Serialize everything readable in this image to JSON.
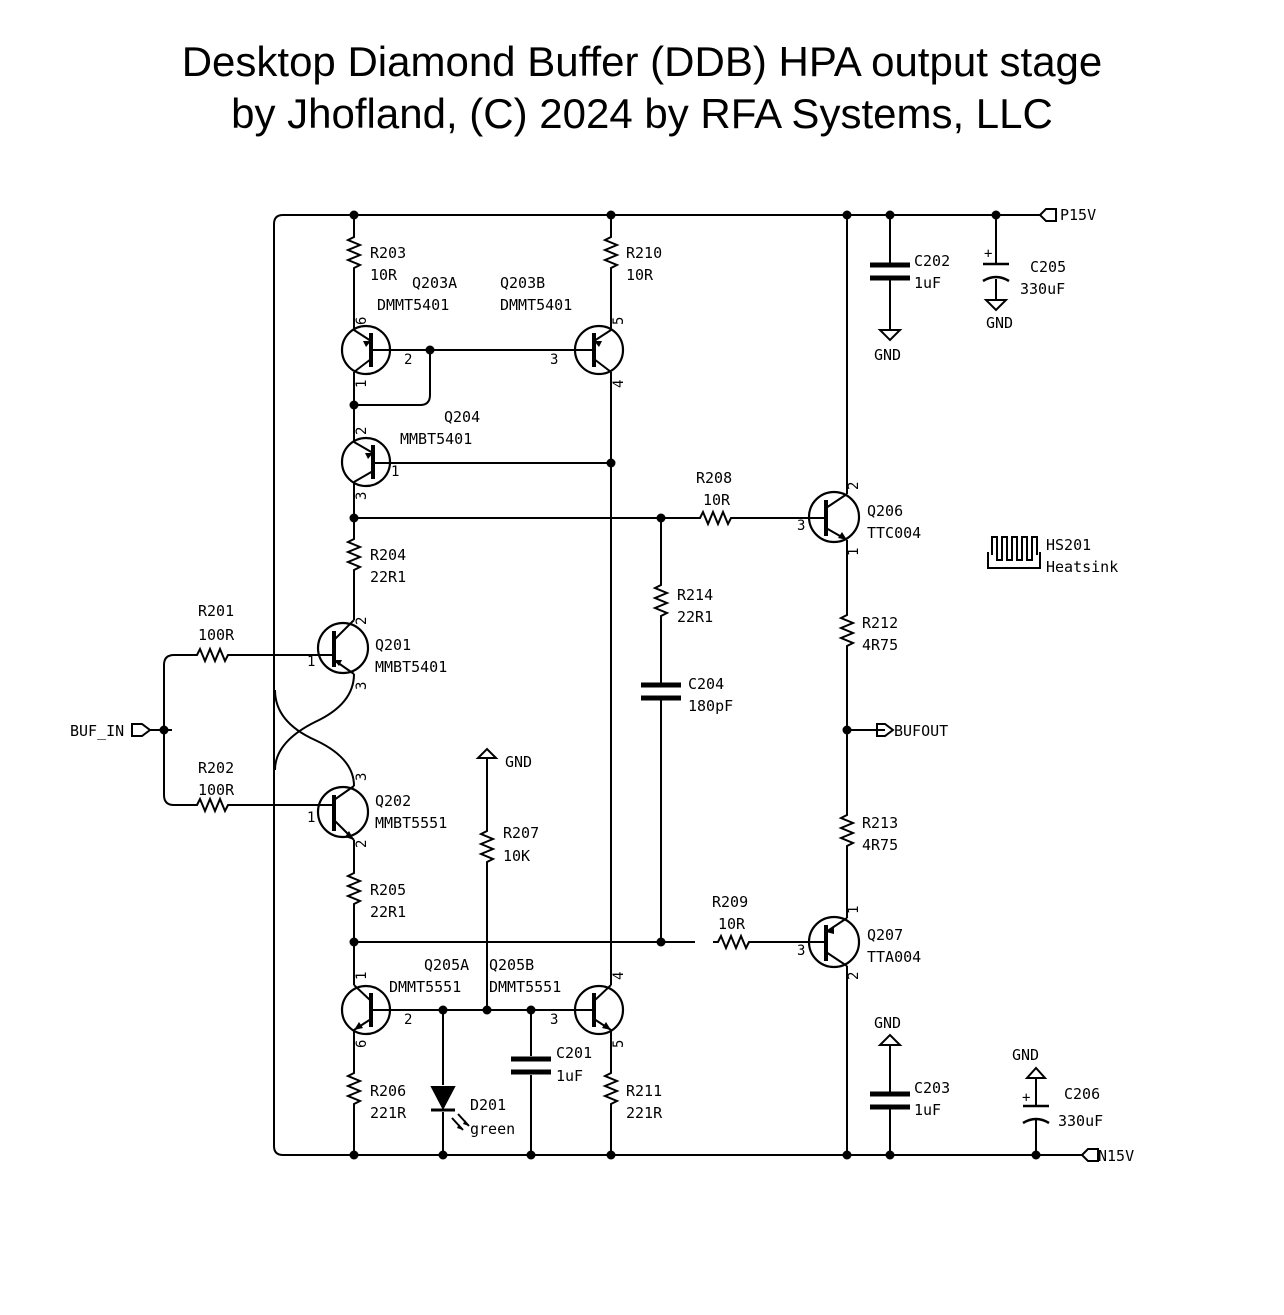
{
  "title": {
    "line1": "Desktop Diamond Buffer (DDB) HPA output stage",
    "line2": "by Jhofland, (C) 2024 by RFA Systems, LLC"
  },
  "ports": {
    "p15v": "P15V",
    "n15v": "N15V",
    "buf_in": "BUF_IN",
    "buf_out": "BUFOUT"
  },
  "labels": {
    "gnd": "GND",
    "r203": "R203",
    "r203_val": "10R",
    "r210": "R210",
    "r210_val": "10R",
    "q203a": "Q203A",
    "q203a_part": "DMMT5401",
    "q203b": "Q203B",
    "q203b_part": "DMMT5401",
    "q204": "Q204",
    "q204_part": "MMBT5401",
    "c202": "C202",
    "c202_val": "1uF",
    "c205": "C205",
    "c205_val": "330uF",
    "r208": "R208",
    "r208_val": "10R",
    "q206": "Q206",
    "q206_part": "TTC004",
    "hs201": "HS201",
    "hs201_desc": "Heatsink",
    "r204": "R204",
    "r204_val": "22R1",
    "r214": "R214",
    "r214_val": "22R1",
    "r212": "R212",
    "r212_val": "4R75",
    "r201": "R201",
    "r201_val": "100R",
    "q201": "Q201",
    "q201_part": "MMBT5401",
    "c204": "C204",
    "c204_val": "180pF",
    "r202": "R202",
    "r202_val": "100R",
    "q202": "Q202",
    "q202_part": "MMBT5551",
    "r207": "R207",
    "r207_val": "10K",
    "r213": "R213",
    "r213_val": "4R75",
    "r205": "R205",
    "r205_val": "22R1",
    "r209": "R209",
    "r209_val": "10R",
    "q207": "Q207",
    "q207_part": "TTA004",
    "q205a": "Q205A",
    "q205a_part": "DMMT5551",
    "q205b": "Q205B",
    "q205b_part": "DMMT5551",
    "c201": "C201",
    "c201_val": "1uF",
    "c203": "C203",
    "c203_val": "1uF",
    "c206": "C206",
    "c206_val": "330uF",
    "r206": "R206",
    "r206_val": "221R",
    "d201": "D201",
    "d201_val": "green",
    "r211": "R211",
    "r211_val": "221R"
  },
  "pins": {
    "q203a": [
      "6",
      "2",
      "1"
    ],
    "q203b": [
      "5",
      "3",
      "4"
    ],
    "q204": [
      "2",
      "1",
      "3"
    ],
    "q206": [
      "2",
      "3",
      "1"
    ],
    "q201": [
      "2",
      "1",
      "3"
    ],
    "q202": [
      "3",
      "1",
      "2"
    ],
    "q207": [
      "1",
      "3",
      "2"
    ],
    "q205a": [
      "1",
      "2",
      "6"
    ],
    "q205b": [
      "4",
      "3",
      "5"
    ]
  }
}
